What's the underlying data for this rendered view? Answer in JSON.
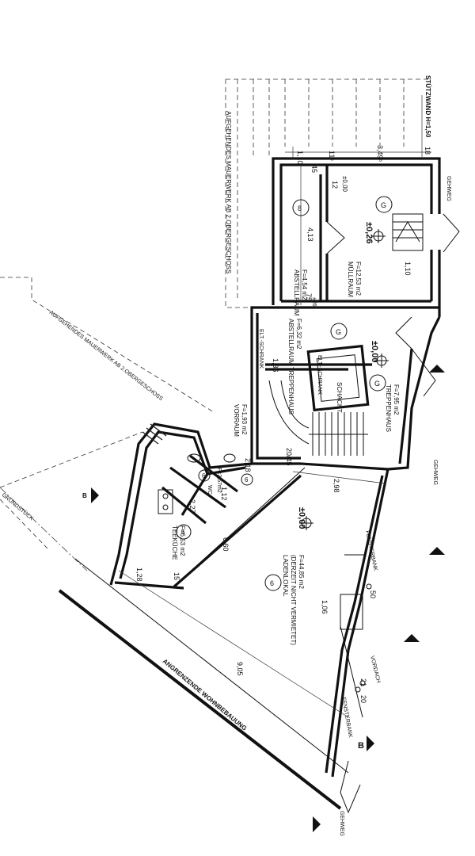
{
  "rooms": {
    "abstellraum_1": {
      "name": "ABSTELLRAUM",
      "area": "F=4,54 m2",
      "number": "8"
    },
    "muellraum": {
      "name": "MÜLLRAUM",
      "area": "F=12,53 m2",
      "number": "G"
    },
    "abstellraum_treppenhaus": {
      "name": "ABSTELLRAUM TREPPENHAUS",
      "area": "F=6,32 m2",
      "number": "G"
    },
    "schacht": {
      "name": "SCHACHT"
    },
    "elt_schrank_1": {
      "name": "ELT.-SCHRANK"
    },
    "elt_schrank_2": {
      "name": "ELT.-SCHRANK"
    },
    "treppenhaus": {
      "name": "TREPPENHAUS",
      "area": "F=7,95 m2",
      "number": "G"
    },
    "vorraum": {
      "name": "VORRAUM",
      "area": "F=1,93 m2"
    },
    "wc": {
      "name": "WC",
      "area": "F=2,57m2",
      "number": "6"
    },
    "wc_small_number": "6",
    "teekueche": {
      "name": "TEEKÜCHE",
      "area": "F=6,53 m2",
      "number": "6"
    },
    "ladenlokal": {
      "name": "LADENLOKAL",
      "note": "(DERZEIT NICHT VERMIETET)",
      "area": "F=44,85 m2",
      "number": "6"
    }
  },
  "levels": {
    "muell": "±0,26",
    "treppe": "±0,00",
    "laden": "±0,00",
    "oben": "±0,00",
    "step": "±26"
  },
  "dims": {
    "d110_top": "1,10",
    "d115": "11⁵",
    "d349": "3,49⁵",
    "d18": "18",
    "d45": "45",
    "d12": "12",
    "d413": "4,13",
    "d110_b": "1,10",
    "d75": "75",
    "d136": "1,36",
    "d218": "2,18",
    "d112": "1,12",
    "d227": "2,27",
    "d2045": "20/45",
    "d298": "2,98",
    "d660": "6,60",
    "d128": "1,28",
    "d15": "15",
    "d50": "50",
    "d106": "1,06",
    "d905": "9,05",
    "d21": "21",
    "d20": "20"
  },
  "labels": {
    "stuetzwand": "STÜTZWAND H=1,50",
    "mauerwerk_1": "AUFGEHENDES MAUERWERK AB 2.OBERGESCHOSS",
    "mauerwerk_2": "AUFGEHENDES MAUERWERK AB 2.OBERGESCHOSS",
    "gehweg_1": "GEHWEG",
    "gehweg_2": "GEHWEG",
    "gehweg_3": "GEHWEG",
    "fensterbank_1": "FENSTERBANK",
    "fensterbank_2": "FENSTERBANK",
    "vordach": "VORDACH",
    "angrenzende": "ANGRENZENDE WOHNBEBAUUNG",
    "grundstueck": "GRUNDSTÜCK",
    "section_b1": "B",
    "section_b2": "B"
  }
}
